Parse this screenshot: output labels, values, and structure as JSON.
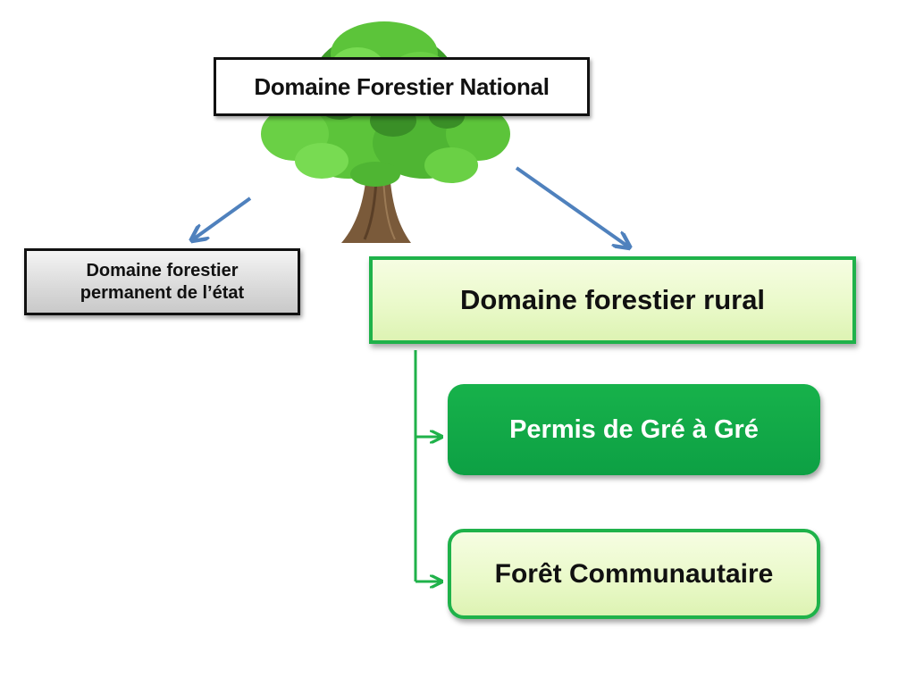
{
  "diagram": {
    "title": "Domaine Forestier National",
    "left_node": {
      "line1": "Domaine forestier",
      "line2": "permanent de l’état"
    },
    "right_node": "Domaine forestier rural",
    "children": [
      "Permis de Gré à Gré",
      "Forêt Communautaire"
    ]
  },
  "colors": {
    "arrow_blue": "#4f81bd",
    "connector_green": "#1fb24a",
    "foliage": "#5cc43a",
    "trunk": "#7a5a3a"
  },
  "icons": {
    "tree": "tree-illustration"
  }
}
